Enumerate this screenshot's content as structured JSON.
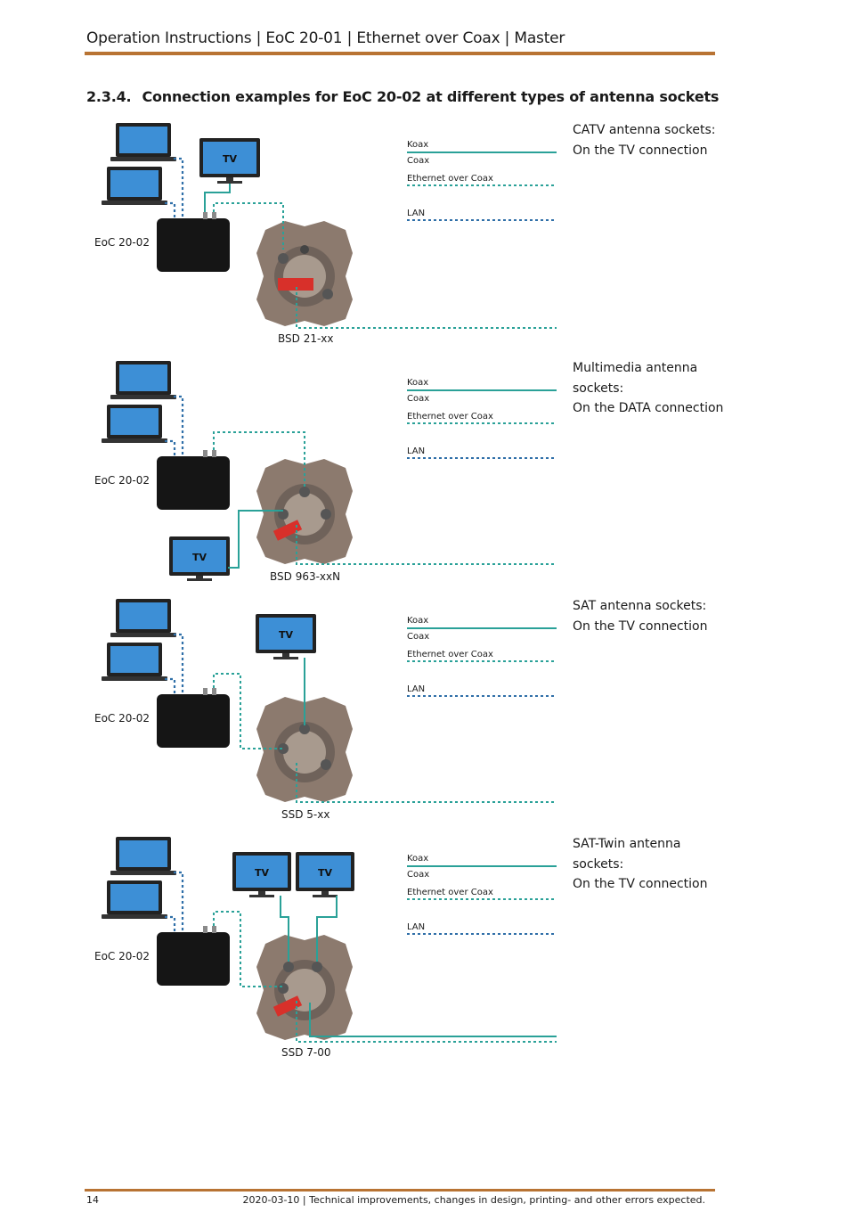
{
  "header": {
    "title": "Operation Instructions | EoC 20-01 | Ethernet over Coax | Master"
  },
  "section": {
    "number": "2.3.4.",
    "title": "Connection examples for EoC 20-02 at different types of antenna sockets"
  },
  "legend": {
    "koax": "Koax",
    "coax": "Coax",
    "eoc": "Ethernet over Coax",
    "lan": "LAN"
  },
  "colors": {
    "accent_rule": "#b87333",
    "coax_line": "#2aa198",
    "lan_line": "#2f6fa8",
    "socket_red": "#d8302a"
  },
  "examples": [
    {
      "eoc_label": "EoC 20-02",
      "socket_label": "BSD 21-xx",
      "tv_label": "TV",
      "desc_title": "CATV antenna sockets:",
      "desc_text": "On the TV connection"
    },
    {
      "eoc_label": "EoC 20-02",
      "socket_label": "BSD 963-xxN",
      "tv_label": "TV",
      "desc_title": "Multimedia antenna sockets:",
      "desc_text": "On the DATA connection"
    },
    {
      "eoc_label": "EoC 20-02",
      "socket_label": "SSD 5-xx",
      "tv_label": "TV",
      "desc_title": "SAT antenna sockets:",
      "desc_text": "On the TV connection"
    },
    {
      "eoc_label": "EoC 20-02",
      "socket_label": "SSD 7-00",
      "tv_label": "TV",
      "tv2_label": "TV",
      "desc_title": "SAT-Twin antenna sockets:",
      "desc_text": "On the TV connection"
    }
  ],
  "footer": {
    "page_number": "14",
    "note": "2020-03-10 | Technical improvements, changes in design, printing- and other errors expected."
  }
}
